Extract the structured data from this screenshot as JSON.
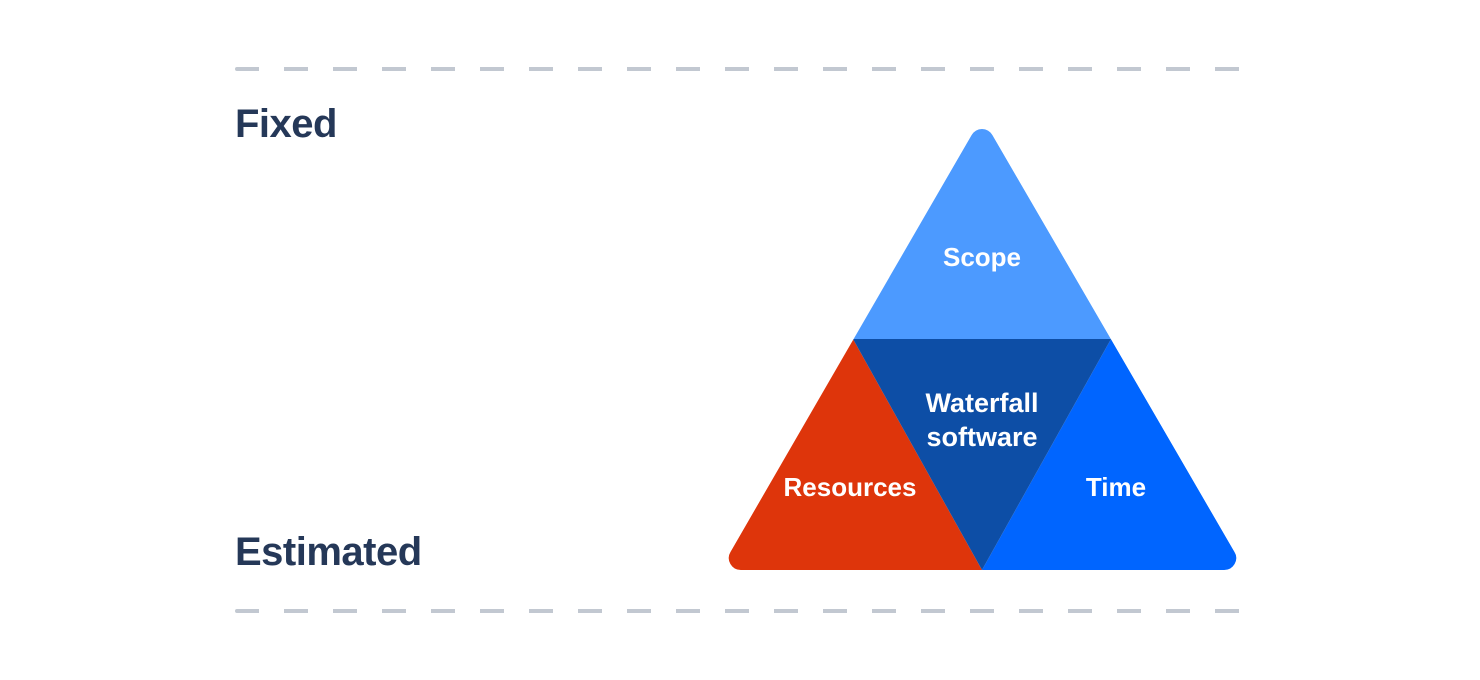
{
  "page": {
    "background_color": "#ffffff"
  },
  "labels": {
    "top_left": "Fixed",
    "bottom_left": "Estimated",
    "text_color": "#253858"
  },
  "guides": {
    "style": "dashed",
    "dash_color": "#C2C8D1"
  },
  "triangle": {
    "text_color": "#ffffff",
    "sections": [
      {
        "id": "scope",
        "label": "Scope",
        "color": "#4C9AFF",
        "position": "top"
      },
      {
        "id": "waterfall-software",
        "label": "Waterfall software",
        "label_lines": [
          "Waterfall",
          "software"
        ],
        "color": "#0D4EA6",
        "position": "center"
      },
      {
        "id": "resources",
        "label": "Resources",
        "color": "#DE350B",
        "position": "bottom-left"
      },
      {
        "id": "time",
        "label": "Time",
        "color": "#0065FF",
        "position": "bottom-right"
      }
    ]
  }
}
